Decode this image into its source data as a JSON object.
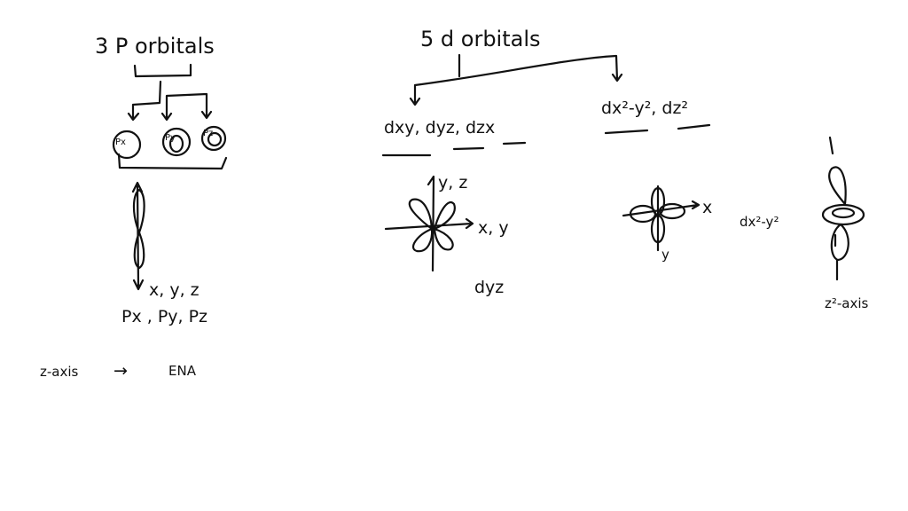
{
  "board": {
    "ink_color": "#111111",
    "background": "#ffffff",
    "p_section": {
      "title": "3 P orbitals",
      "orbital_labels": [
        "Px",
        "Py",
        "Pz"
      ],
      "axes_label": "x, y, z",
      "names_label": "Px , Py, Pz",
      "note_left": "z-axis",
      "note_arrow": "→",
      "note_right": "ENA"
    },
    "d_section": {
      "title": "5 d orbitals",
      "group1": "dxy, dyz, dzx",
      "group2": "dx²-y², dz²",
      "dyz_axis_vertical": "y, z",
      "dyz_axis_horizontal": "x, y",
      "dyz_name": "dyz",
      "dx2y2_axis_x": "x",
      "dx2y2_axis_y": "y",
      "dx2y2_name": "dx²-y²",
      "dz2_axis_label": "z²-axis"
    }
  }
}
